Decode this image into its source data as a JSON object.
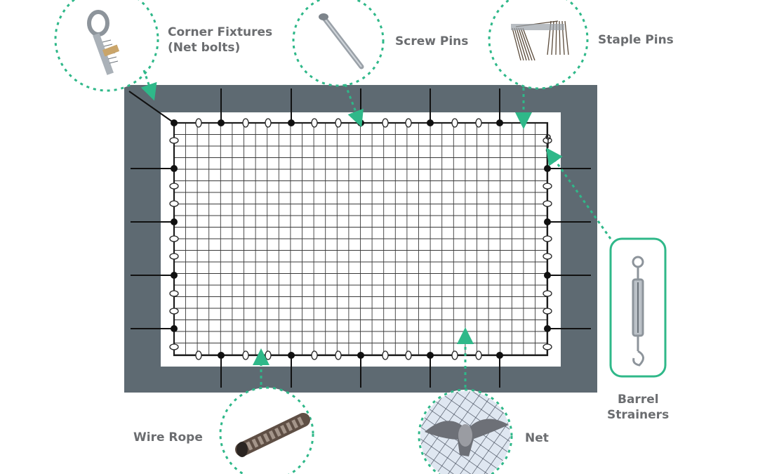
{
  "colors": {
    "frame": "#5e6a72",
    "accent": "#2fb889",
    "label": "#6b6d70",
    "mesh": "#3a3a3a"
  },
  "labels": {
    "corner_fixtures": "Corner Fixtures",
    "corner_fixtures_sub": "(Net bolts)",
    "screw_pins": "Screw Pins",
    "staple_pins": "Staple Pins",
    "barrel_strainers": "Barrel",
    "barrel_strainers_sub": "Strainers",
    "wire_rope": "Wire Rope",
    "net": "Net"
  },
  "icons": [
    "eye-bolt-icon",
    "screw-pin-icon",
    "staple-pins-icon",
    "turnbuckle-icon",
    "wire-rope-icon",
    "net-with-bird-icon"
  ]
}
